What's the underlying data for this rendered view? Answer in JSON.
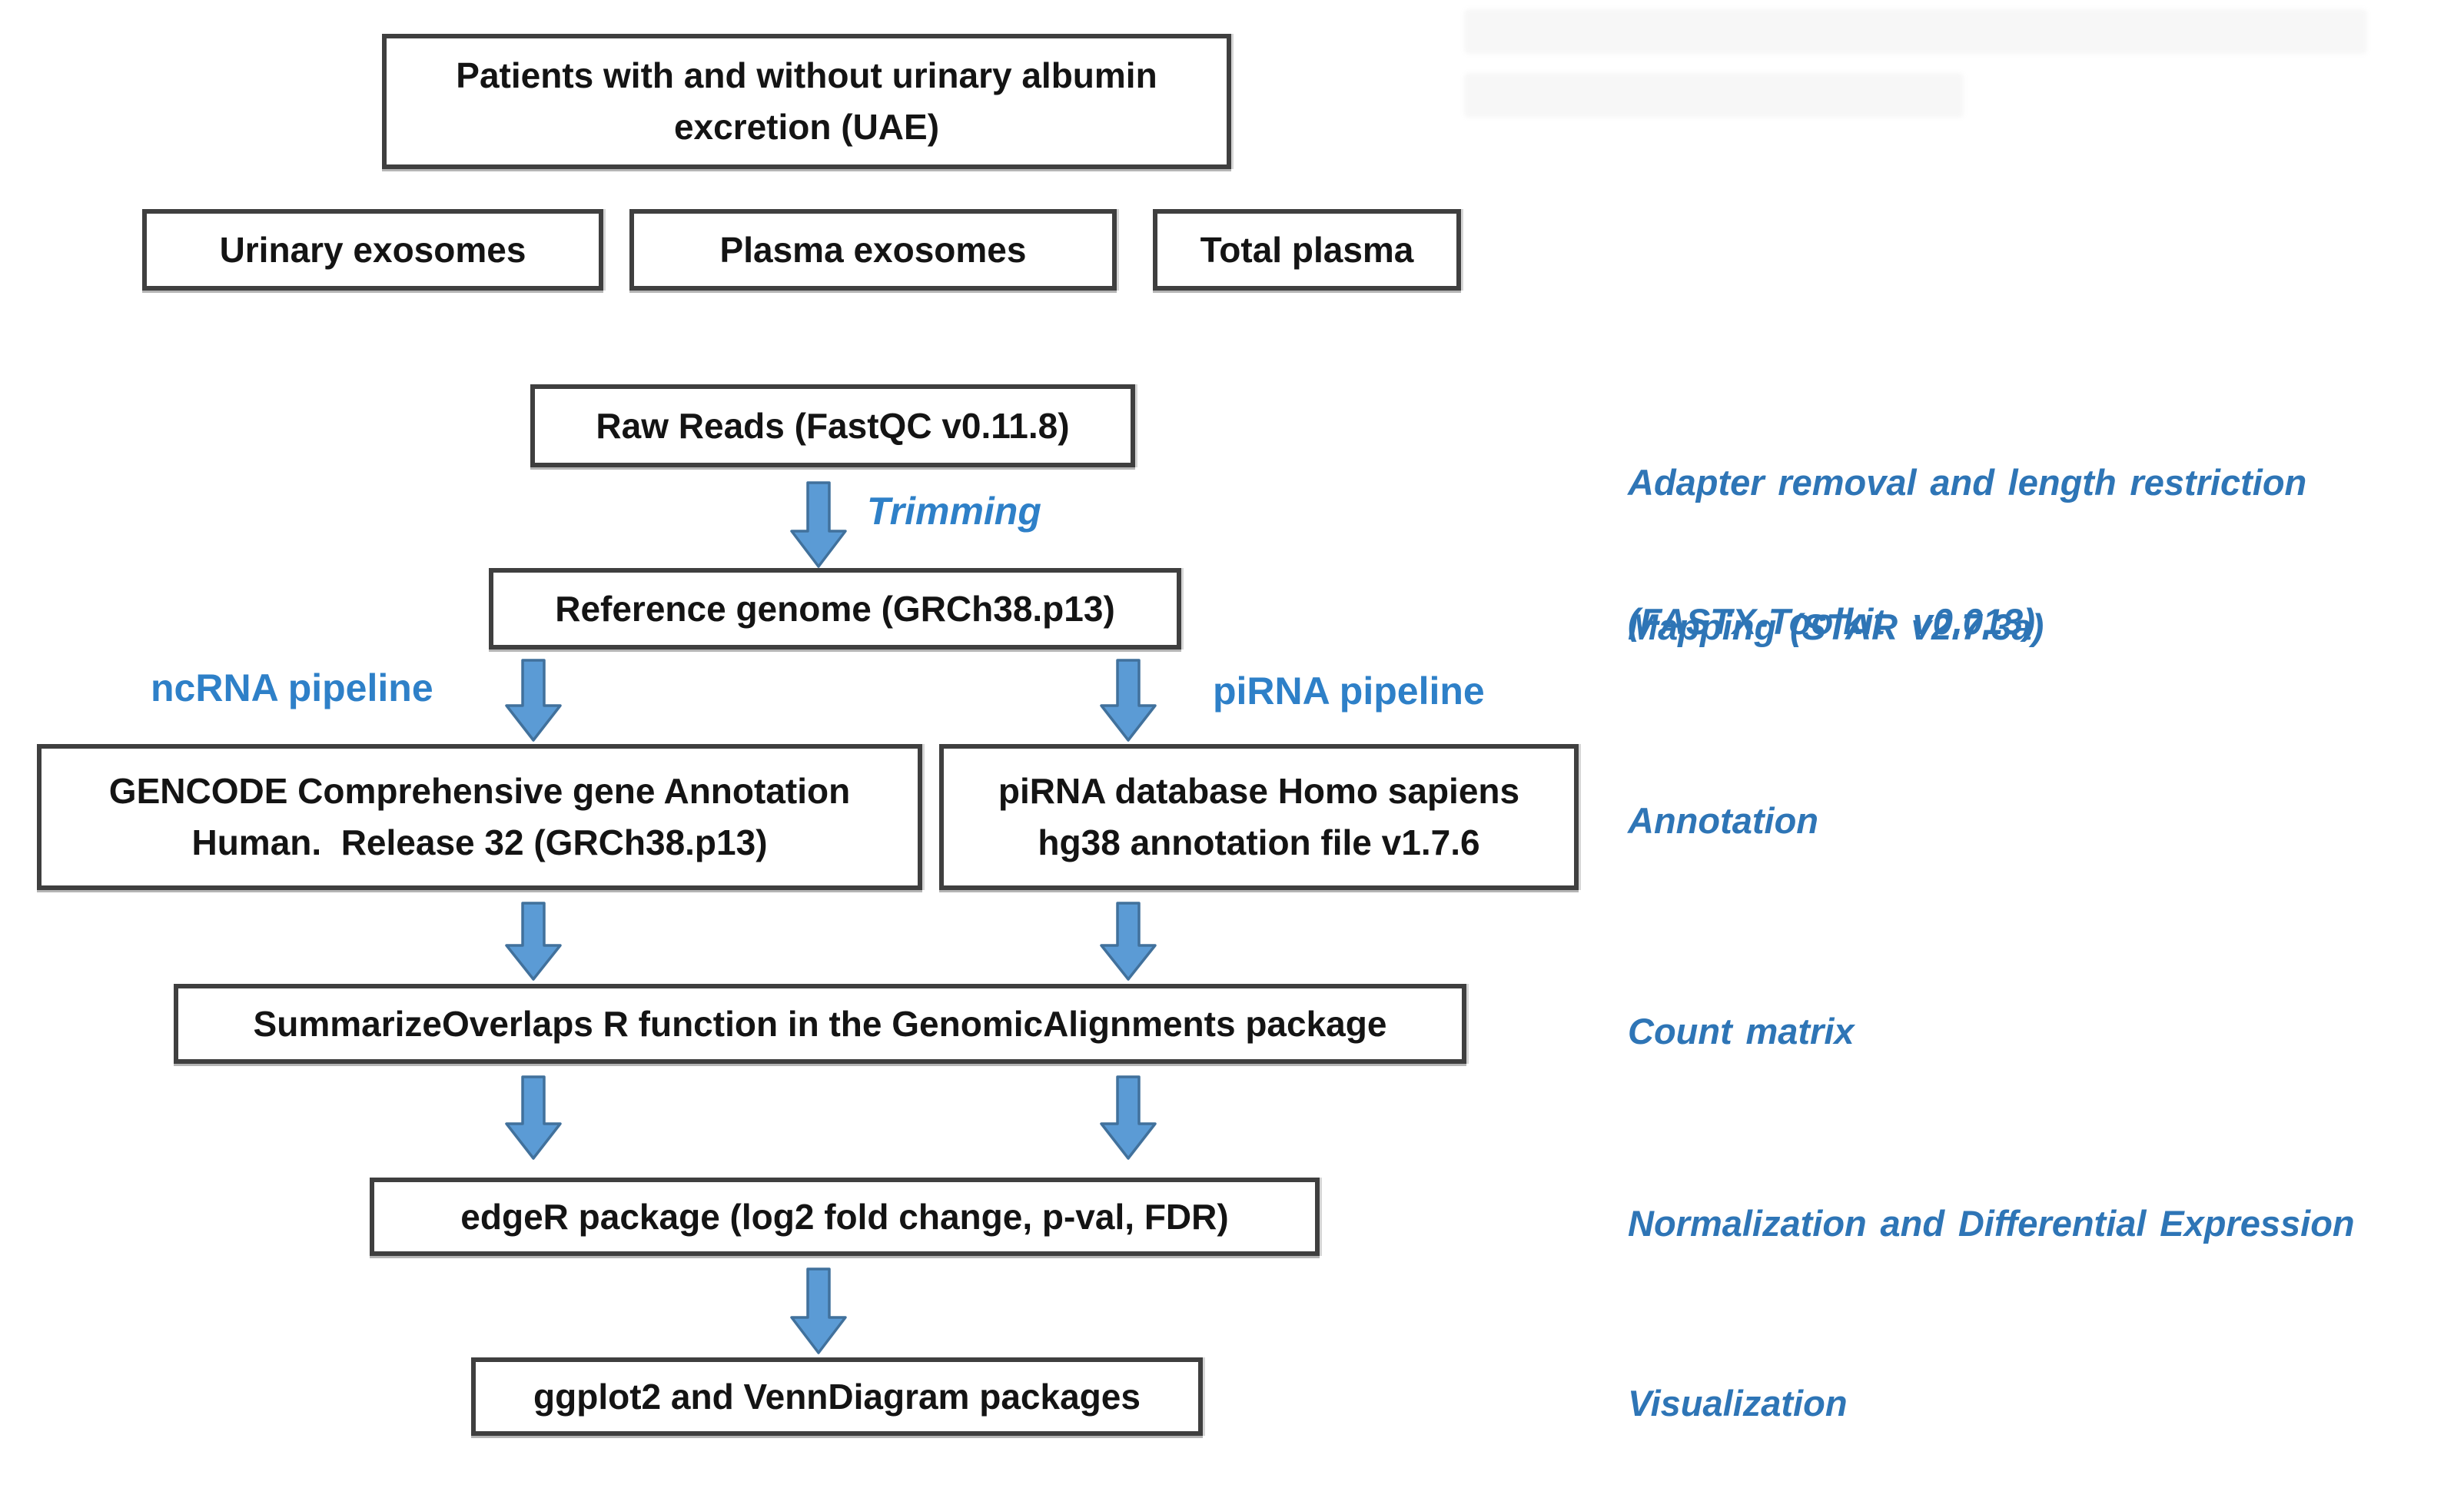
{
  "boxes": {
    "patients": {
      "lines": [
        "Patients with and without urinary albumin",
        "excretion (UAE)"
      ]
    },
    "urinary_exosomes": {
      "label": "Urinary exosomes"
    },
    "plasma_exosomes": {
      "label": "Plasma exosomes"
    },
    "total_plasma": {
      "label": "Total plasma"
    },
    "raw_reads": {
      "label": "Raw Reads (FastQC v0.11.8)"
    },
    "reference_genome": {
      "label": "Reference genome (GRCh38.p13)"
    },
    "gencode": {
      "lines": [
        "GENCODE Comprehensive gene Annotation",
        "Human.  Release 32 (GRCh38.p13)"
      ]
    },
    "pirna_database": {
      "lines": [
        "piRNA database Homo sapiens",
        "hg38 annotation file v1.7.6"
      ]
    },
    "summarize_overlaps": {
      "label": "SummarizeOverlaps R function in the GenomicAlignments package"
    },
    "edger": {
      "label": "edgeR package (log2 fold change, p-val, FDR)"
    },
    "ggplot": {
      "label": "ggplot2 and VennDiagram packages"
    }
  },
  "flow_labels": {
    "trimming": "Trimming",
    "ncrna_pipeline": "ncRNA pipeline",
    "pirna_pipeline": "piRNA pipeline"
  },
  "stage_labels": {
    "adapter_removal": {
      "lines": [
        "Adapter removal and length restriction",
        "(FASTX-Toolkit  v0.013)"
      ]
    },
    "mapping": "Mapping (STAR v2.7.3a)",
    "annotation": "Annotation",
    "count_matrix": "Count matrix",
    "normalization": "Normalization and Differential Expression",
    "visualization": "Visualization"
  },
  "colors": {
    "arrow_fill": "#5b9bd5",
    "arrow_stroke": "#41719c",
    "stage_label_blue": "#2e75b6",
    "pipeline_label_blue": "#2e80c8",
    "box_border": "#3f3f3f",
    "box_text": "#141414"
  }
}
